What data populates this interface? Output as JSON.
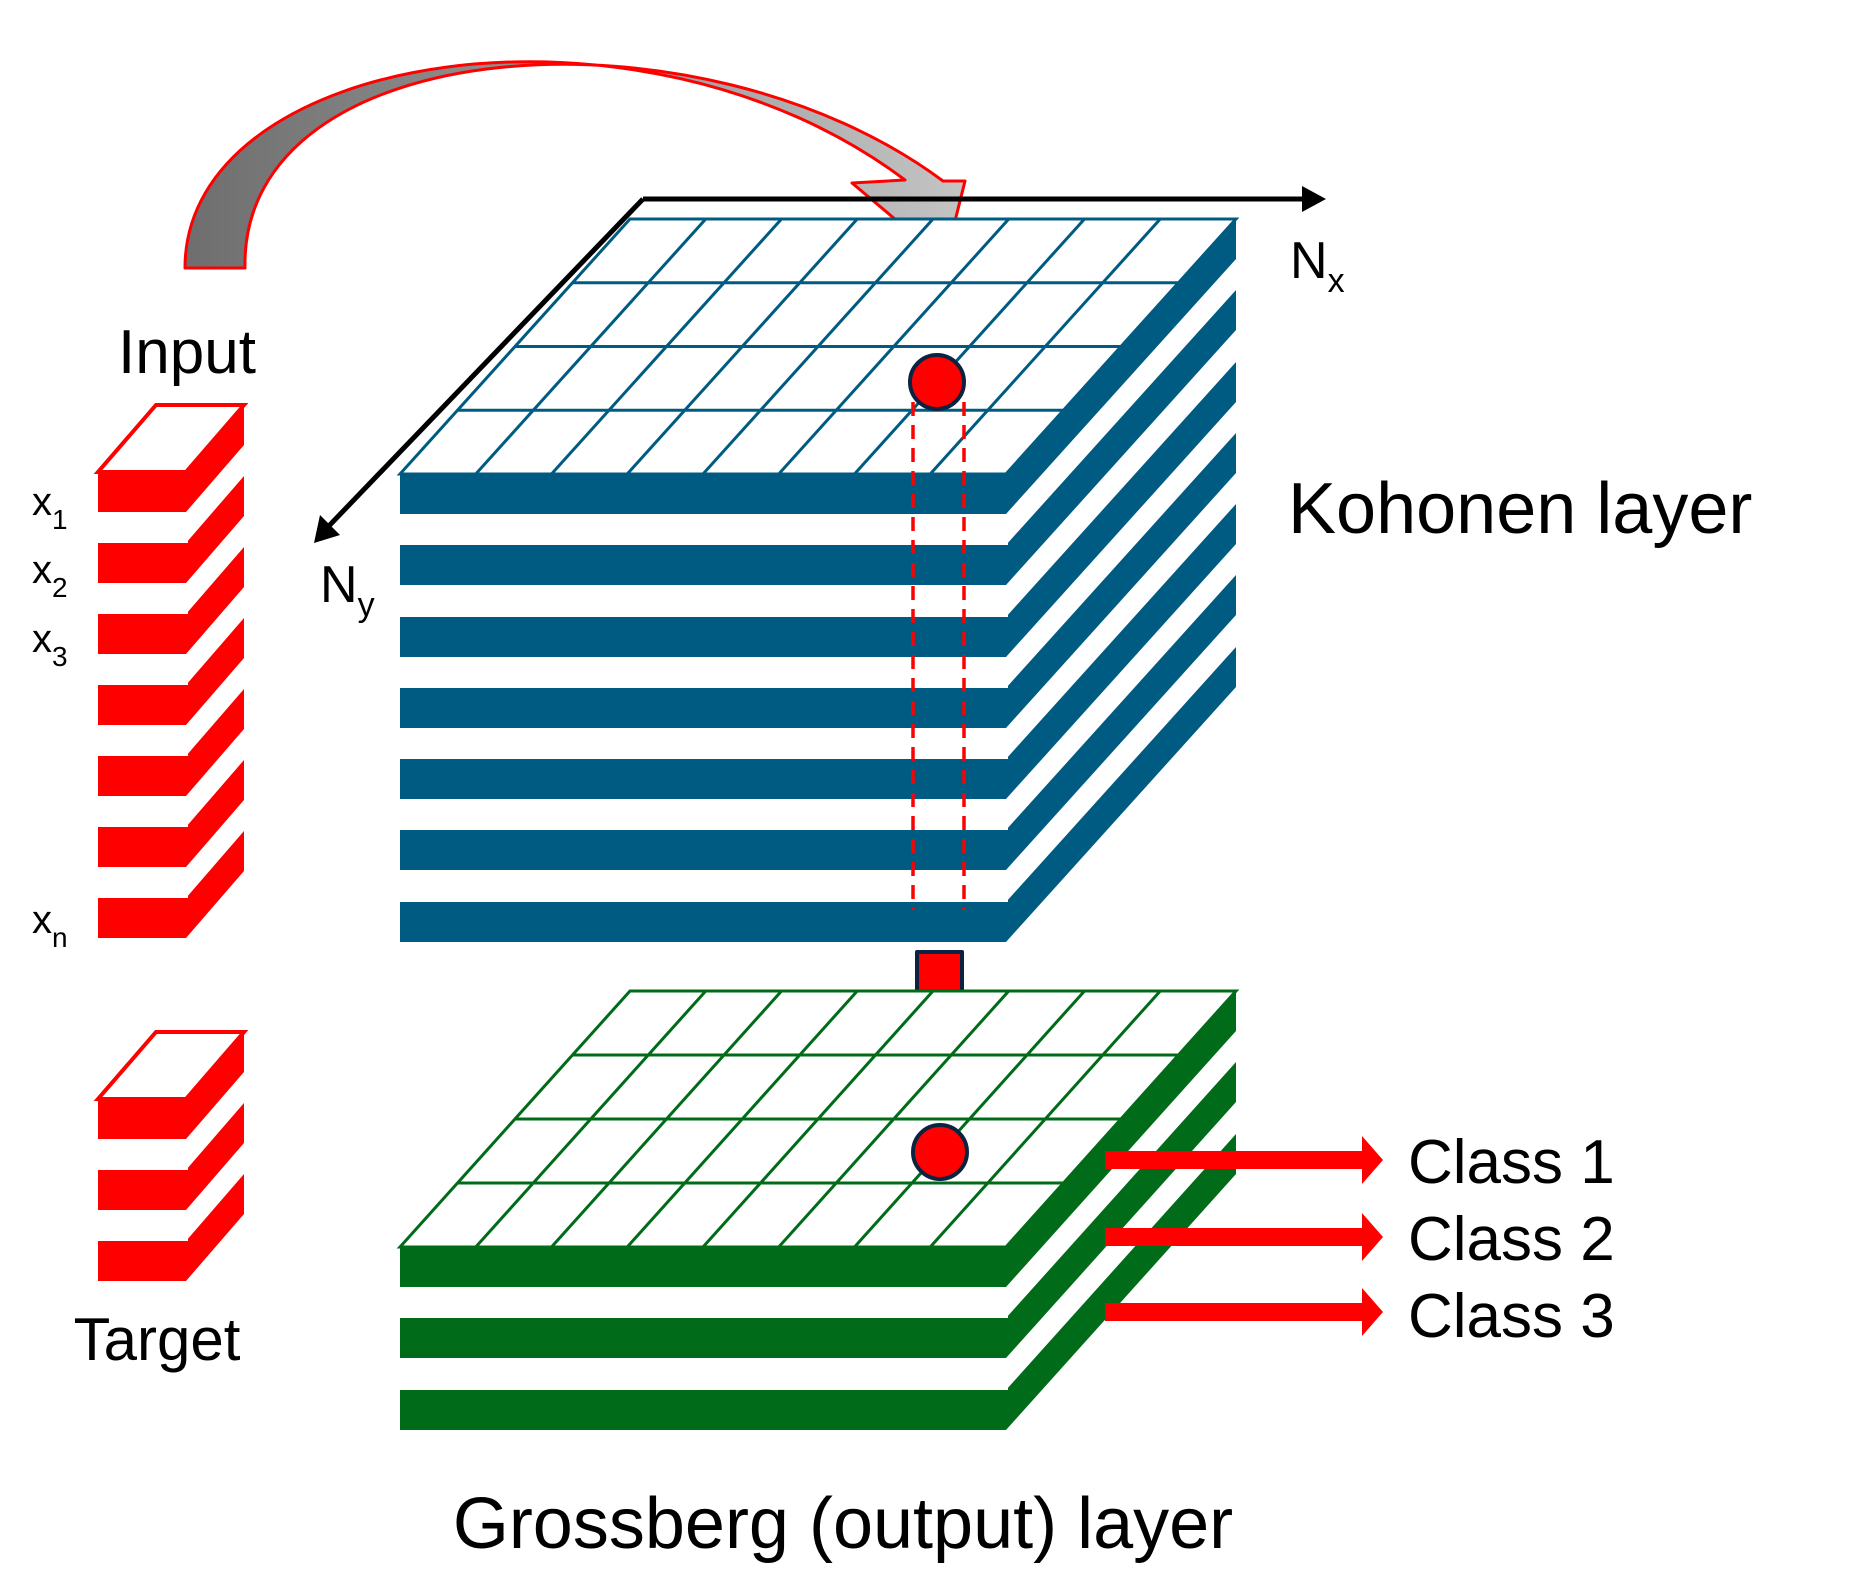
{
  "labels": {
    "input": "Input",
    "target": "Target",
    "kohonen": "Kohonen layer",
    "grossberg": "Grossberg (output) layer",
    "nx_base": "N",
    "nx_sub": "x",
    "ny_base": "N",
    "ny_sub": "y"
  },
  "inputs": [
    {
      "base": "x",
      "sub": "1"
    },
    {
      "base": "x",
      "sub": "2"
    },
    {
      "base": "x",
      "sub": "3"
    },
    {
      "base": "x",
      "sub": "n"
    }
  ],
  "classes": [
    "Class 1",
    "Class 2",
    "Class 3"
  ],
  "colors": {
    "accent_red": "#ff0000",
    "kohonen_blue": "#005b82",
    "grossberg_green": "#006b18",
    "curved_arrow_gray": "#a0a0a0",
    "outline": "#0b2340"
  }
}
